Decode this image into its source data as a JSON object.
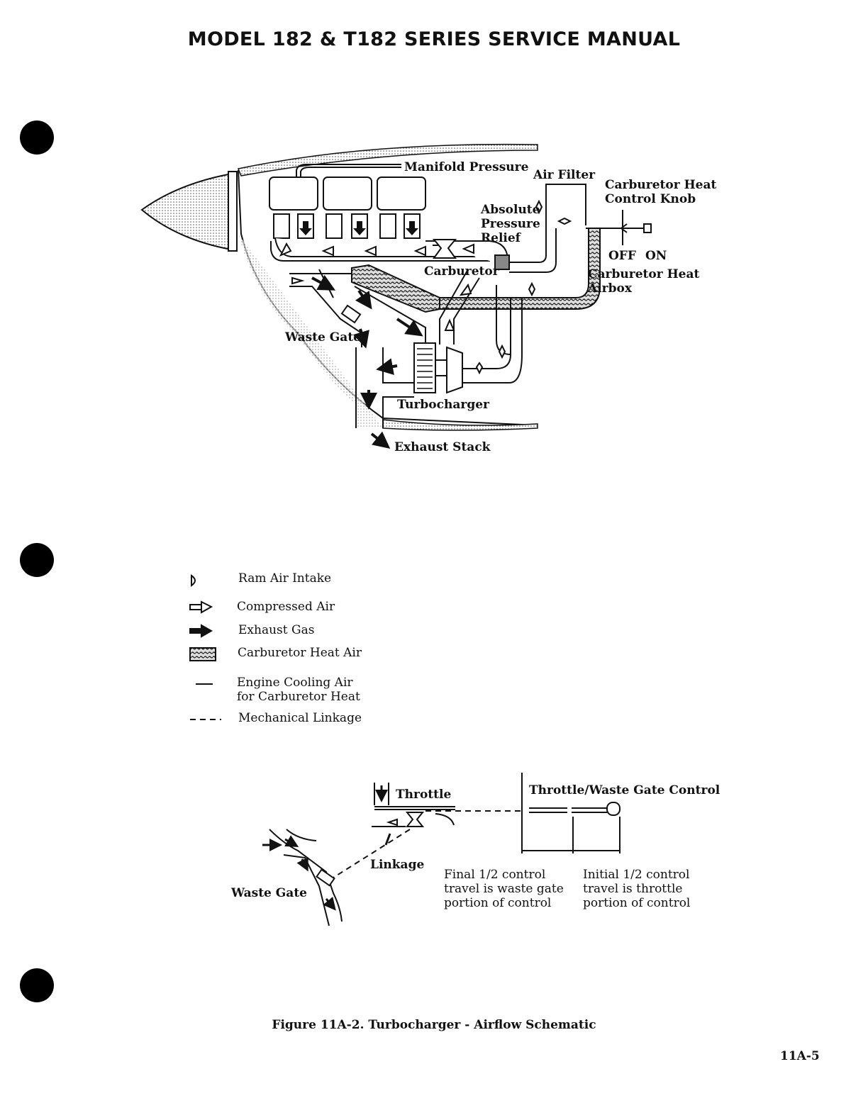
{
  "header": {
    "title": "MODEL 182 & T182 SERIES SERVICE MANUAL"
  },
  "diagram1": {
    "manifold_pressure": "Manifold Pressure",
    "air_filter": "Air Filter",
    "carb_heat_knob_1": "Carburetor Heat",
    "carb_heat_knob_2": "Control Knob",
    "abs_relief_1": "Absolute",
    "abs_relief_2": "Pressure",
    "abs_relief_3": "Relief",
    "off": "OFF",
    "on": "ON",
    "carburetor": "Carburetor",
    "carb_heat_airbox_1": "Carburetor Heat",
    "carb_heat_airbox_2": "Airbox",
    "waste_gate": "Waste Gate",
    "turbocharger": "Turbocharger",
    "exhaust_stack": "Exhaust Stack"
  },
  "legend": [
    {
      "icon": "ram-air-intake-icon",
      "label": "Ram Air Intake"
    },
    {
      "icon": "compressed-air-icon",
      "label": "Compressed Air"
    },
    {
      "icon": "exhaust-gas-icon",
      "label": "Exhaust Gas"
    },
    {
      "icon": "carburetor-heat-air-icon",
      "label": "Carburetor Heat Air"
    },
    {
      "icon": "engine-cooling-air-icon",
      "label_1": "Engine Cooling Air",
      "label_2": "for Carburetor Heat"
    },
    {
      "icon": "mechanical-linkage-icon",
      "label": "Mechanical Linkage"
    }
  ],
  "diagram2": {
    "throttle": "Throttle",
    "control": "Throttle/Waste Gate Control",
    "linkage": "Linkage",
    "waste_gate": "Waste Gate",
    "final_1": "Final 1/2 control",
    "final_2": "travel is waste gate",
    "final_3": "portion of control",
    "initial_1": "Initial 1/2 control",
    "initial_2": "travel is throttle",
    "initial_3": "portion of control"
  },
  "caption": "Figure 11A-2. Turbocharger - Airflow Schematic",
  "page_number": "11A-5"
}
